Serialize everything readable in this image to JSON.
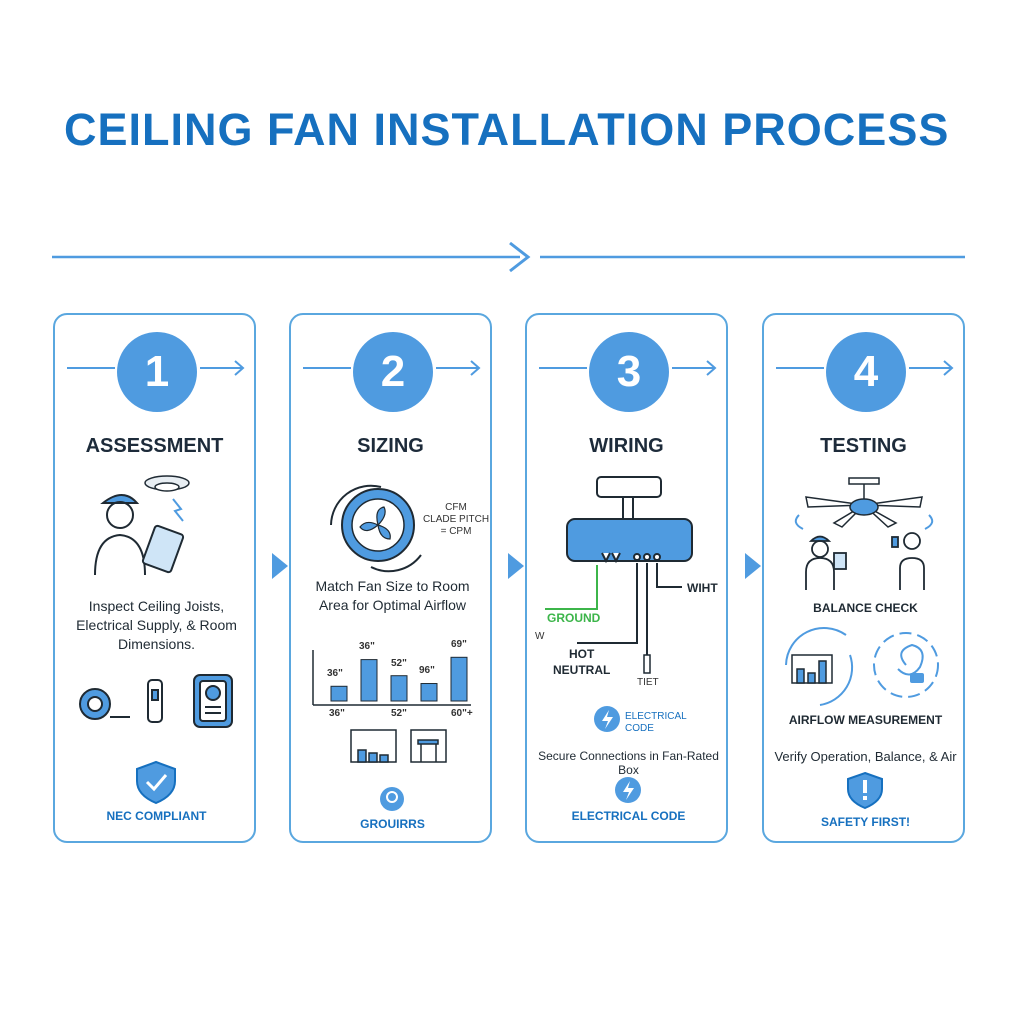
{
  "title": "CEILING FAN INSTALLATION PROCESS",
  "steps": [
    {
      "number": "1",
      "title": "ASSESSMENT",
      "description": "Inspect Ceiling Joists, Electrical Supply, & Room Dimensions.",
      "badge": "NEC COMPLIANT"
    },
    {
      "number": "2",
      "title": "SIZING",
      "description": "Match Fan Size to Room Area for Optimal Airflow",
      "fan_label": "CFM\nCLADE PITCH\n= CPM",
      "bar_labels_top": [
        "36\"",
        "36\"",
        "52\"",
        "96\"",
        "69\""
      ],
      "bar_labels_bottom": [
        "36\"",
        "52\"",
        "60\"+"
      ],
      "bar_values": [
        0.32,
        0.9,
        0.55,
        0.38,
        0.95
      ],
      "badge": "GROUIRRS"
    },
    {
      "number": "3",
      "title": "WIRING",
      "wire_labels": {
        "ground": "GROUND",
        "w": "W",
        "hot": "HOT",
        "neutral": "NEUTRAL",
        "wiht": "WIHT",
        "tiet": "TIET"
      },
      "code_label": "ELECTRICAL\nCODE",
      "description": "Secure Connections in Fan-Rated Box",
      "badge": "ELECTRICAL CODE"
    },
    {
      "number": "4",
      "title": "TESTING",
      "balance_label": "BALANCE CHECK",
      "airflow_label": "AIRFLOW MEASUREMENT",
      "description": "Verify Operation, Balance, & Air",
      "badge": "SAFETY FIRST!"
    }
  ],
  "colors": {
    "accent": "#1670bf",
    "primary": "#4f9be0",
    "border": "#5aa7df",
    "ground": "#3cb54a"
  }
}
